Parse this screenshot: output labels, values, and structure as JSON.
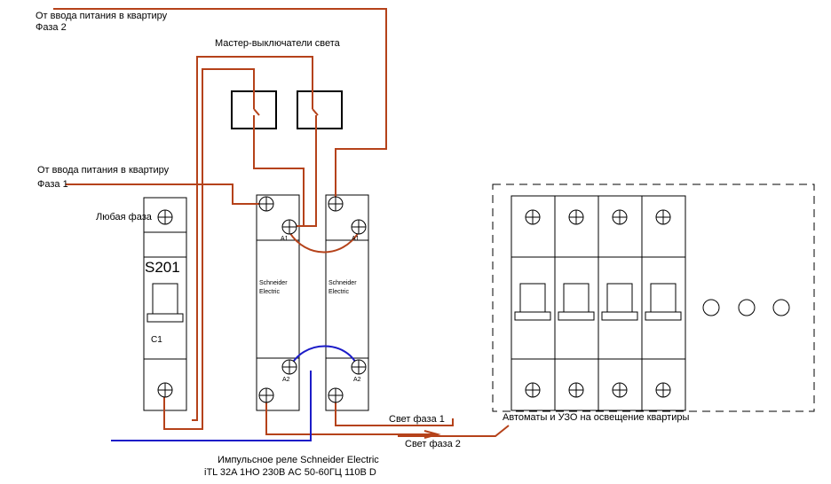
{
  "labels": {
    "phase2_line1": "От ввода питания в квартиру",
    "phase2_line2": "Фаза 2",
    "master_switches": "Мастер-выключатели света",
    "phase1_line1": "От ввода питания в квартиру",
    "phase1_line2": "Фаза 1",
    "any_phase": "Любая фаза",
    "breaker_model": "S201",
    "breaker_rating": "C1",
    "relay_brand_1a": "Schneider",
    "relay_brand_1b": "Electric",
    "relay_brand_2a": "Schneider",
    "relay_brand_2b": "Electric",
    "terminal_a1_left": "A1",
    "terminal_a1_right": "A1",
    "terminal_a2_left": "A2",
    "terminal_a2_right": "A2",
    "light_phase1": "Свет фаза 1",
    "light_phase2": "Свет фаза 2",
    "panel_caption": "Автоматы и УЗО на освещение квартиры",
    "relay_caption_line1": "Импульсное реле Schneider Electric",
    "relay_caption_line2": "iTL 32A 1НО 230В AC 50-60ГЦ 110В D"
  },
  "colors": {
    "phase_wire": "#b5421a",
    "neutral_wire": "#1c1cc8"
  }
}
